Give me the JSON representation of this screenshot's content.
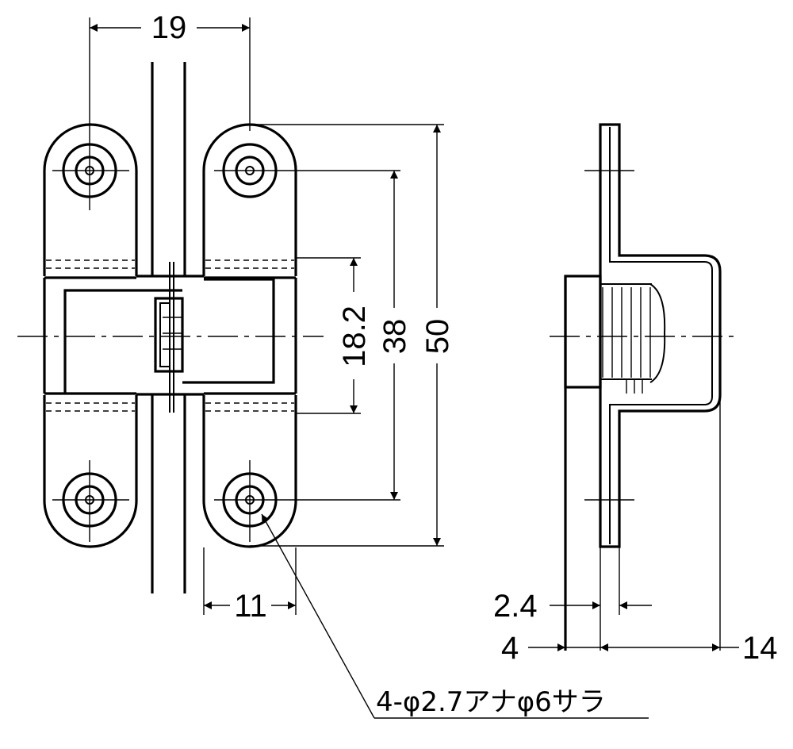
{
  "drawing": {
    "dimensions": {
      "top_width": "19",
      "leaf_width": "11",
      "body_height": "18.2",
      "hole_pitch": "38",
      "overall_height": "50",
      "plate_thickness": "2.4",
      "mount_offset": "4",
      "depth": "14"
    },
    "note": "4-φ2.7アナφ6サラ"
  }
}
